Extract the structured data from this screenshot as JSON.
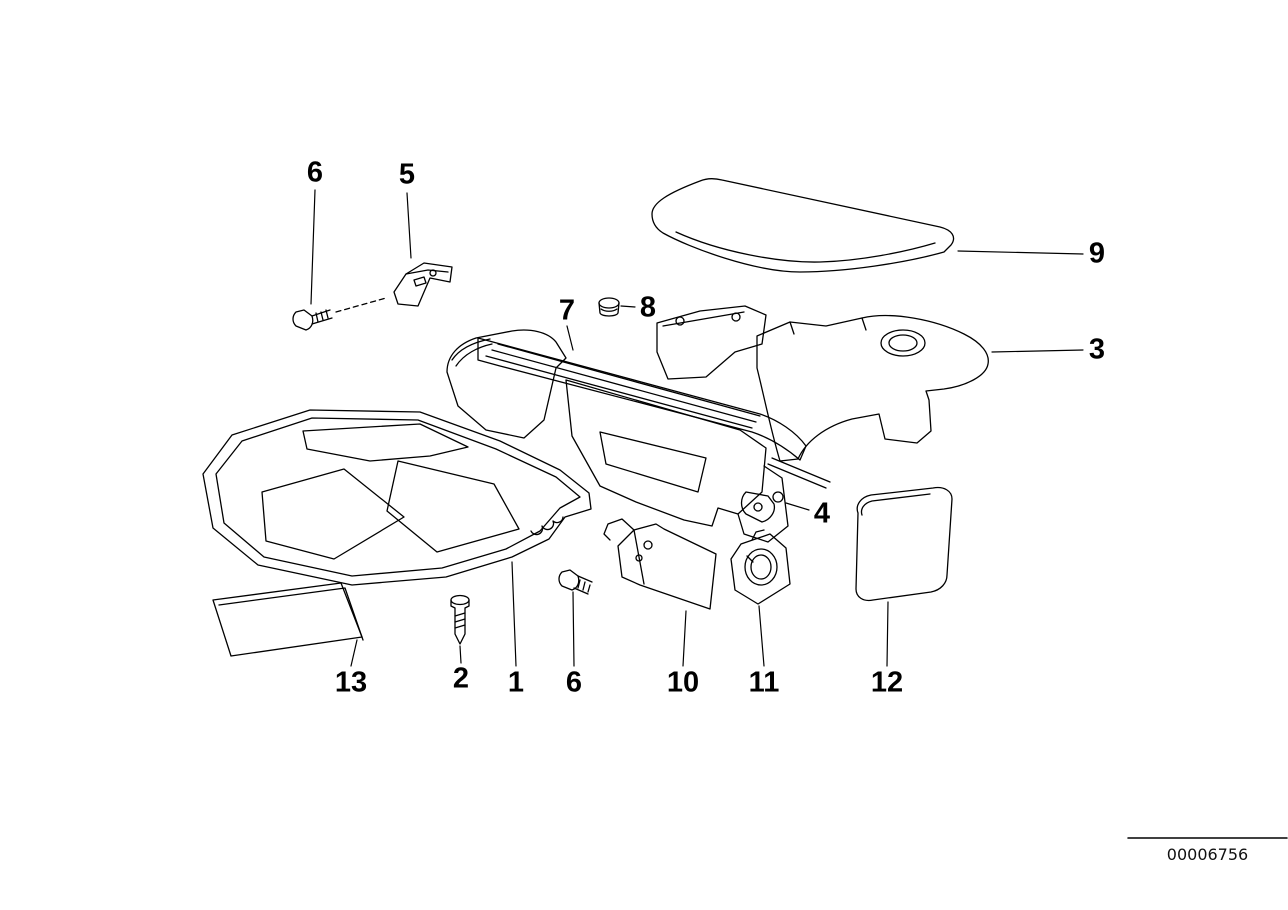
{
  "diagram": {
    "number": "00006756",
    "callouts": [
      {
        "label": "6"
      },
      {
        "label": "5"
      },
      {
        "label": "9"
      },
      {
        "label": "3"
      },
      {
        "label": "7"
      },
      {
        "label": "8"
      },
      {
        "label": "4"
      },
      {
        "label": "13"
      },
      {
        "label": "2"
      },
      {
        "label": "1"
      },
      {
        "label": "6"
      },
      {
        "label": "10"
      },
      {
        "label": "11"
      },
      {
        "label": "12"
      }
    ]
  }
}
